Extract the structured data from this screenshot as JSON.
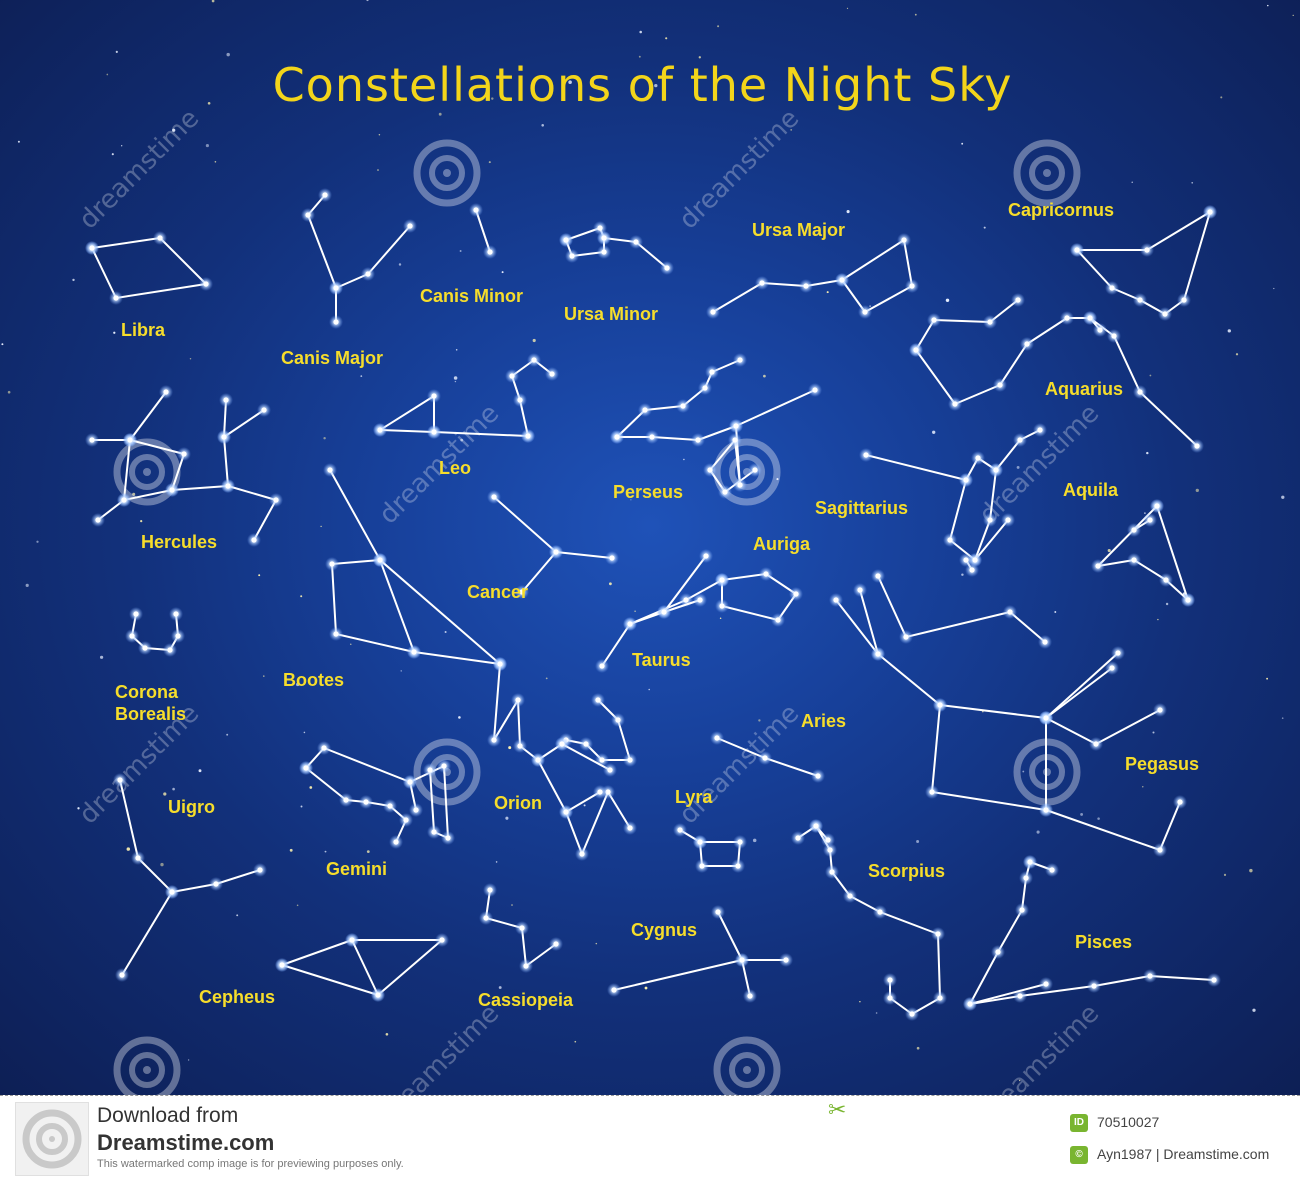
{
  "title": "Constellations of the Night Sky",
  "colors": {
    "sky": "#17409a",
    "label": "#f6dd2b",
    "line": "#ffffff",
    "accent": "#79b530"
  },
  "labels": {
    "libra": "Libra",
    "canis_major": "Canis Major",
    "canis_minor": "Canis Minor",
    "ursa_minor": "Ursa Minor",
    "ursa_major": "Ursa Major",
    "capricornus": "Capricornus",
    "aquarius": "Aquarius",
    "hercules": "Hercules",
    "leo": "Leo",
    "perseus": "Perseus",
    "sagittarius": "Sagittarius",
    "aquila": "Aquila",
    "auriga": "Auriga",
    "cancer": "Cancer",
    "corona_borealis": "Corona\nBorealis",
    "bootes": "Bootes",
    "taurus": "Taurus",
    "aries": "Aries",
    "pegasus": "Pegasus",
    "uigro": "Uigro",
    "orion": "Orion",
    "lyra": "Lyra",
    "gemini": "Gemini",
    "scorpius": "Scorpius",
    "cygnus": "Cygnus",
    "pisces": "Pisces",
    "cepheus": "Cepheus",
    "cassiopeia": "Cassiopeia"
  },
  "watermark": {
    "brand": "dreamstime"
  },
  "footer": {
    "download_from": "Download from",
    "site": "Dreamstime.com",
    "notice": "This watermarked comp image is for previewing purposes only.",
    "id_badge": "ID",
    "image_id": "70510027",
    "credit_badge": "©",
    "credit": "Ayn1987 | Dreamstime.com",
    "scissors_icon": "scissors-icon"
  }
}
